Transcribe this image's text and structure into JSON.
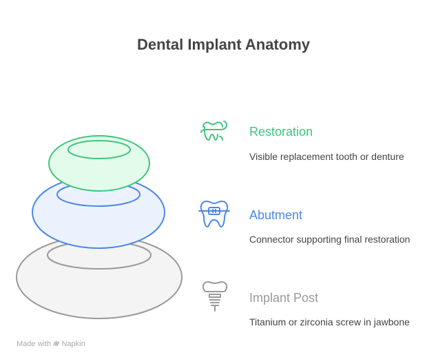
{
  "title": "Dental Implant Anatomy",
  "layers": [
    {
      "label": "Restoration",
      "description": "Visible replacement tooth or denture",
      "color": "#3ec47e",
      "icon": "tooth-floss-icon"
    },
    {
      "label": "Abutment",
      "description": "Connector supporting final restoration",
      "color": "#4a86e8",
      "icon": "tooth-braces-icon"
    },
    {
      "label": "Implant Post",
      "description": "Titanium or zirconia screw in jawbone",
      "color": "#999999",
      "icon": "dental-implant-icon"
    }
  ],
  "footer": {
    "prefix": "Made with",
    "brand": "Napkin"
  }
}
